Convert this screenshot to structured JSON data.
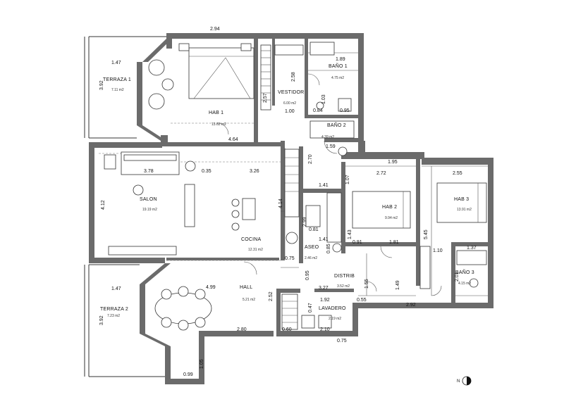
{
  "rooms": {
    "terraza1": {
      "name": "TERRAZA 1",
      "area": "7.11 m2"
    },
    "hab1": {
      "name": "HAB 1",
      "area": "13.62 m2"
    },
    "vestidor": {
      "name": "VESTIDOR",
      "area": "6.00 m2"
    },
    "bano1": {
      "name": "BAÑO 1",
      "area": "4.75 m2"
    },
    "bano2": {
      "name": "BAÑO 2",
      "area": "4.39 m2"
    },
    "salon": {
      "name": "SALON",
      "area": "19.19 m2"
    },
    "cocina": {
      "name": "COCINA",
      "area": "12.31 m2"
    },
    "hab2": {
      "name": "HAB 2",
      "area": "9.94 m2"
    },
    "hab3": {
      "name": "HAB 3",
      "area": "13.91 m2"
    },
    "aseo": {
      "name": "ASEO",
      "area": "2.46 m2"
    },
    "distrib": {
      "name": "DISTRIB",
      "area": "3.52 m2"
    },
    "bano3": {
      "name": "BAÑO 3",
      "area": "4.15 m2"
    },
    "terraza2": {
      "name": "TERRAZA 2",
      "area": "7.23 m2"
    },
    "hall": {
      "name": "HALL",
      "area": "5.21 m2"
    },
    "lavadero": {
      "name": "LAVADERO",
      "area": "2.19 m2"
    }
  },
  "dims": {
    "d294": "2.94",
    "d147a": "1.47",
    "d392a": "3.92",
    "d257": "2.57",
    "d258": "2.58",
    "d189": "1.89",
    "d100": "1.00",
    "d103": "1.03",
    "d084": "0.84",
    "d095": "0.95",
    "d464": "4.64",
    "d159": "1.59",
    "d270": "2.70",
    "d378": "3.78",
    "d035": "0.35",
    "d326": "3.26",
    "d412": "4.12",
    "d414": "4.14",
    "d195": "1.95",
    "d272": "2.72",
    "d255": "2.55",
    "d141a": "1.41",
    "d107": "1.07",
    "d143": "1.43",
    "d545": "5.45",
    "d081": "0.81",
    "d299": "2.99",
    "d141b": "1.41",
    "d085": "0.85",
    "d091": "0.91",
    "d181": "1.81",
    "d110": "1.10",
    "d137": "1.37",
    "d075a": "0.75",
    "d095b": "0.95",
    "d155": "1.55",
    "d149": "1.49",
    "d147b": "1.47",
    "d499": "4.99",
    "d327": "3.27",
    "d192": "1.92",
    "d055": "0.55",
    "d292": "2.92",
    "d392b": "3.92",
    "d252": "2.52",
    "d280": "2.80",
    "d060": "0.60",
    "d210": "2.10",
    "d075b": "0.75",
    "d105": "1.05",
    "d099": "0.99",
    "d047": "0.47",
    "d201": "2.01"
  },
  "north": {
    "label": "N"
  }
}
